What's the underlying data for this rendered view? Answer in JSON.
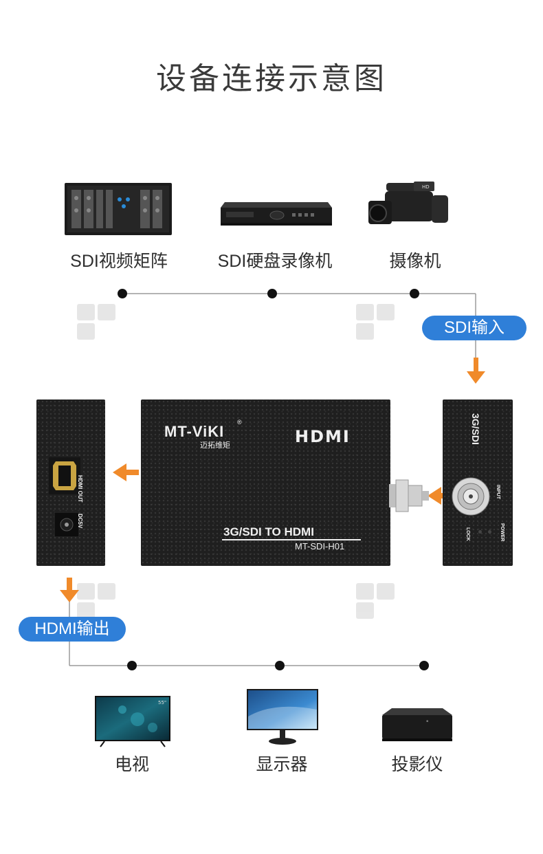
{
  "title": "设备连接示意图",
  "sources": [
    {
      "label": "SDI视频矩阵",
      "icon": "video-matrix-icon"
    },
    {
      "label": "SDI硬盘录像机",
      "icon": "dvr-icon"
    },
    {
      "label": "摄像机",
      "icon": "camcorder-icon"
    }
  ],
  "outputs": [
    {
      "label": "电视",
      "icon": "tv-icon"
    },
    {
      "label": "显示器",
      "icon": "monitor-icon"
    },
    {
      "label": "投影仪",
      "icon": "projector-icon"
    }
  ],
  "input_pill": "SDI输入",
  "output_pill": "HDMI输出",
  "device": {
    "brand": "MT-ViKI",
    "brand_cn": "迈拓维矩",
    "hdmi_logo": "HDMI",
    "model_line": "3G/SDI TO HDMI",
    "model_number": "MT-SDI-H01"
  },
  "input_panel": {
    "header": "3G/SDI",
    "input": "INPUT",
    "lock": "LOCK",
    "power": "POWER"
  },
  "output_panel": {
    "hdmi_out": "HDMI OUT",
    "dc": "DC5V"
  },
  "tv_size": "55\"",
  "colors": {
    "accent": "#2f7fd8",
    "arrow": "#f08a2a",
    "line": "#9a9a9a"
  }
}
